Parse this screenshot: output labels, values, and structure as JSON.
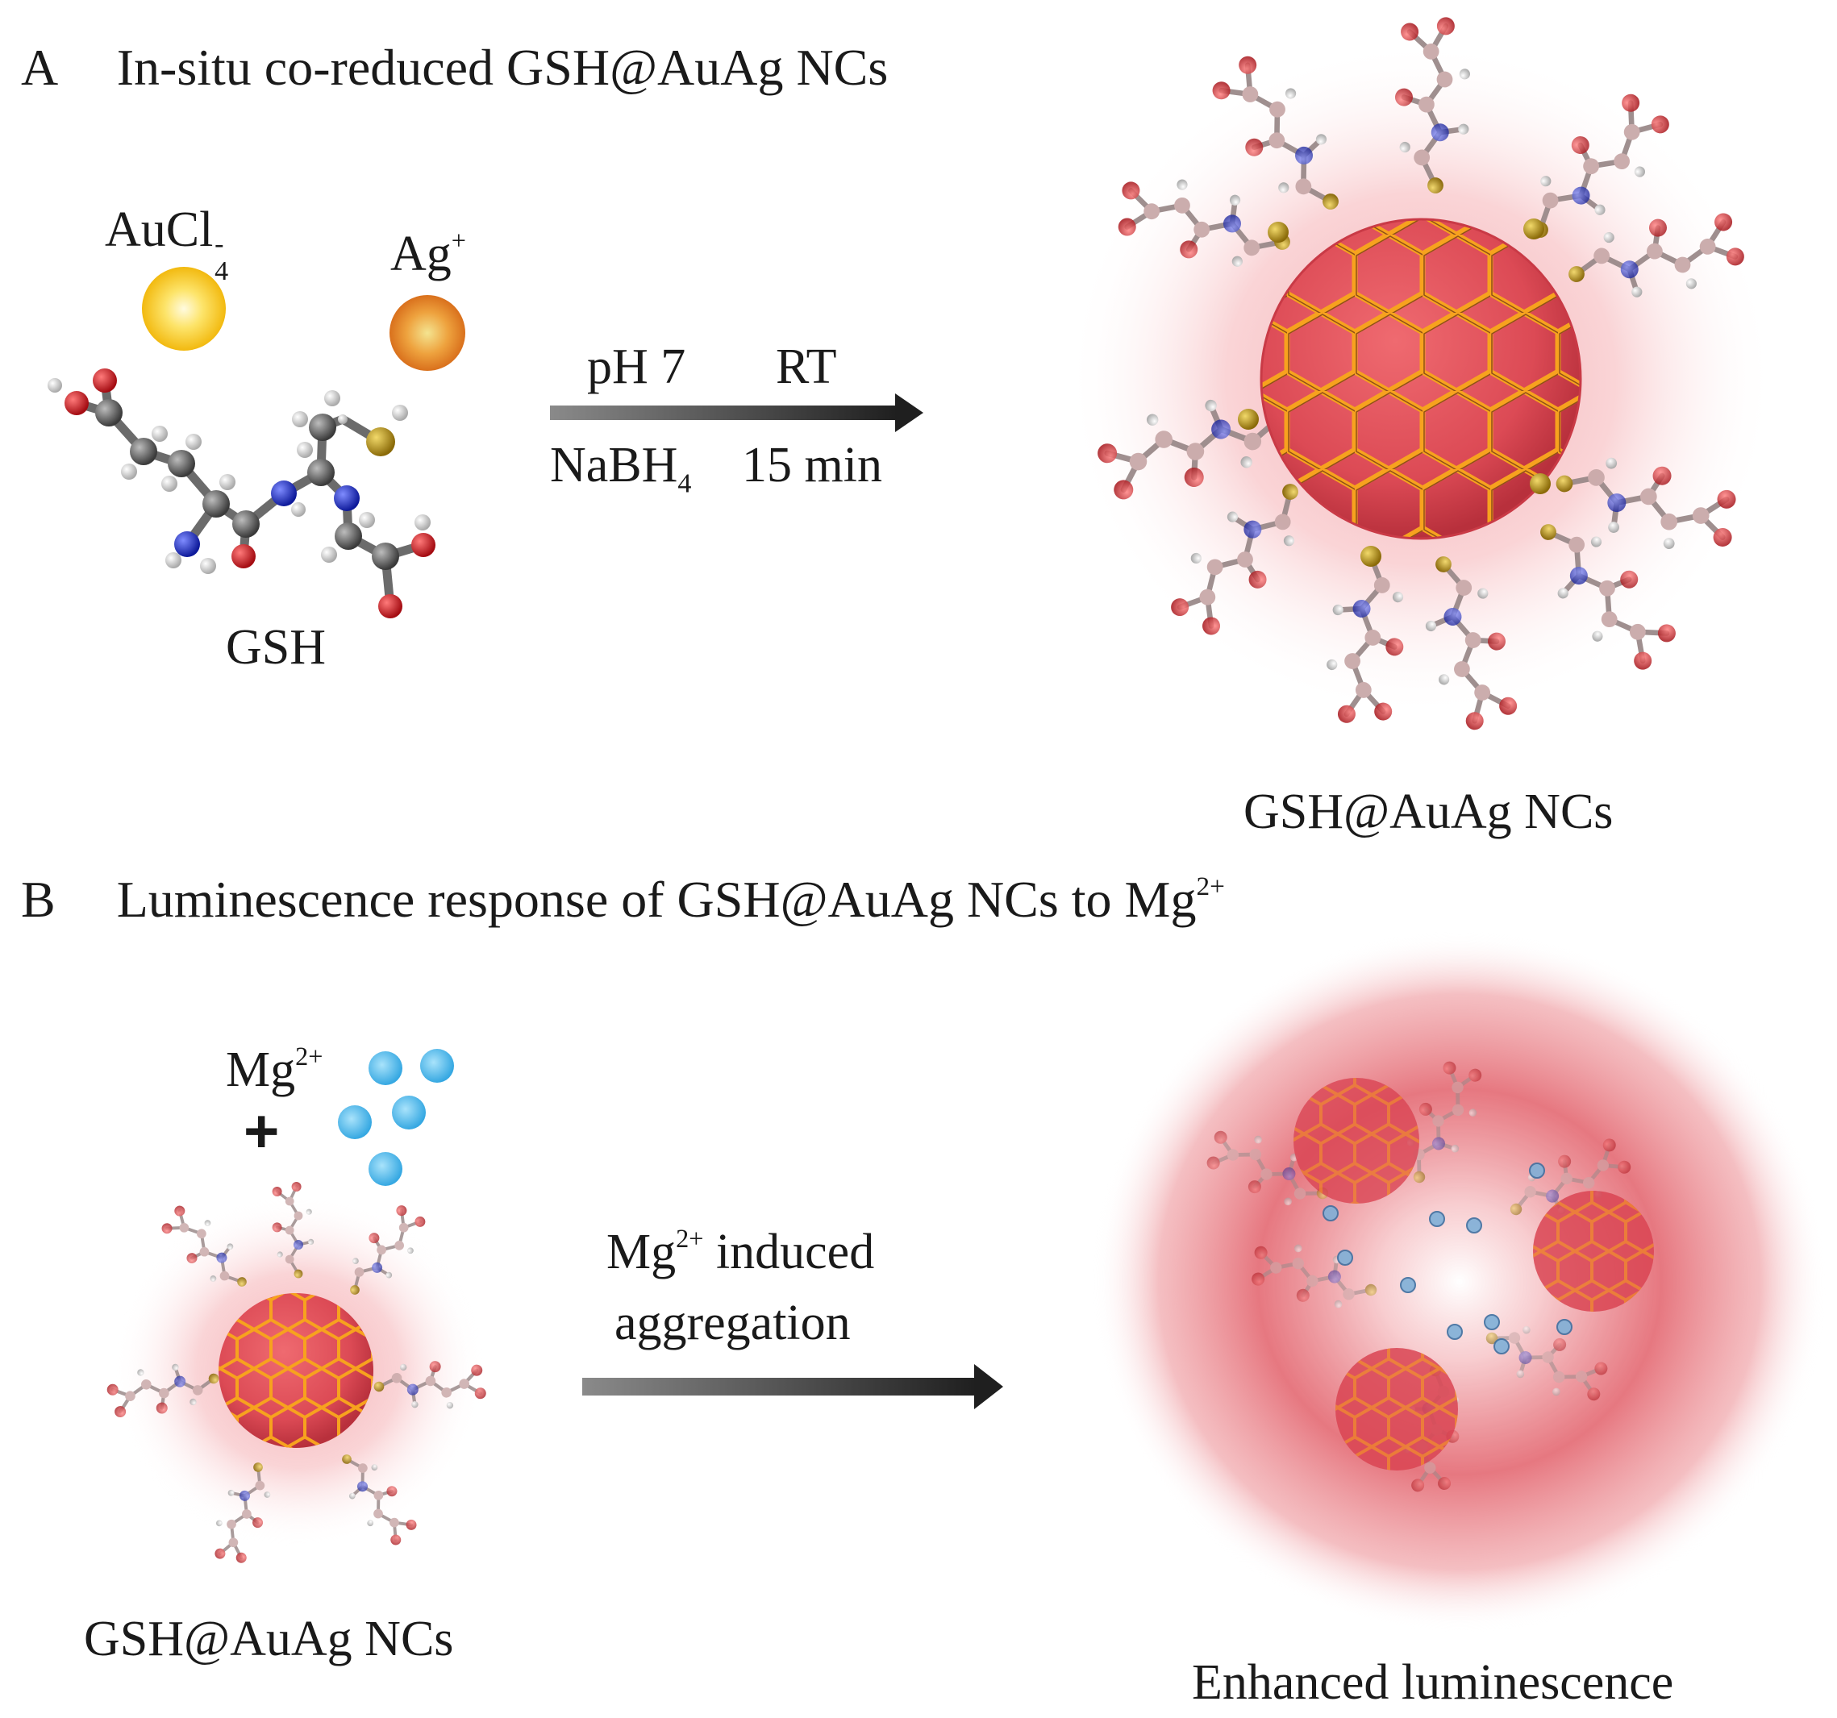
{
  "panel_a": {
    "letter": "A",
    "title": "In-situ co-reduced GSH@AuAg NCs",
    "aucl_base": "AuCl",
    "aucl_sup": "-",
    "aucl_sub": "4",
    "ag_base": "Ag",
    "ag_sup": "+",
    "gsh_label": "GSH",
    "cond_top_left": "pH 7",
    "cond_top_right": "RT",
    "cond_bottom_left_base": "NaBH",
    "cond_bottom_left_sub": "4",
    "cond_bottom_right": "15 min",
    "product_label": "GSH@AuAg NCs"
  },
  "panel_b": {
    "letter": "B",
    "title_main": "Luminescence response of GSH@AuAg NCs to Mg",
    "title_sup": "2+",
    "mg_base": "Mg",
    "mg_sup": "2+",
    "plus": "+",
    "arrow_line1_base": "Mg",
    "arrow_line1_sup": "2+",
    "arrow_line1_rest": " induced",
    "arrow_line2": "aggregation",
    "reactant_label": "GSH@AuAg NCs",
    "product_label": "Enhanced luminescence"
  },
  "colors": {
    "gold_ion": "#f6c21a",
    "silver_ion": "#e8892a",
    "mg_ion": "#4fb8ea",
    "cluster": "#e0545c",
    "cluster_edge": "#f7a21e",
    "glow": "#e85a64",
    "carbon": "#555555",
    "oxygen": "#c8161d",
    "nitrogen": "#1a2fc4",
    "sulfur": "#b08a12",
    "hydrogen": "#d8d8d8"
  },
  "icons": [
    "gold-ion-icon",
    "silver-ion-icon",
    "magnesium-ion-icon",
    "arrow-icon",
    "nanocluster-icon",
    "gsh-molecule-icon"
  ]
}
